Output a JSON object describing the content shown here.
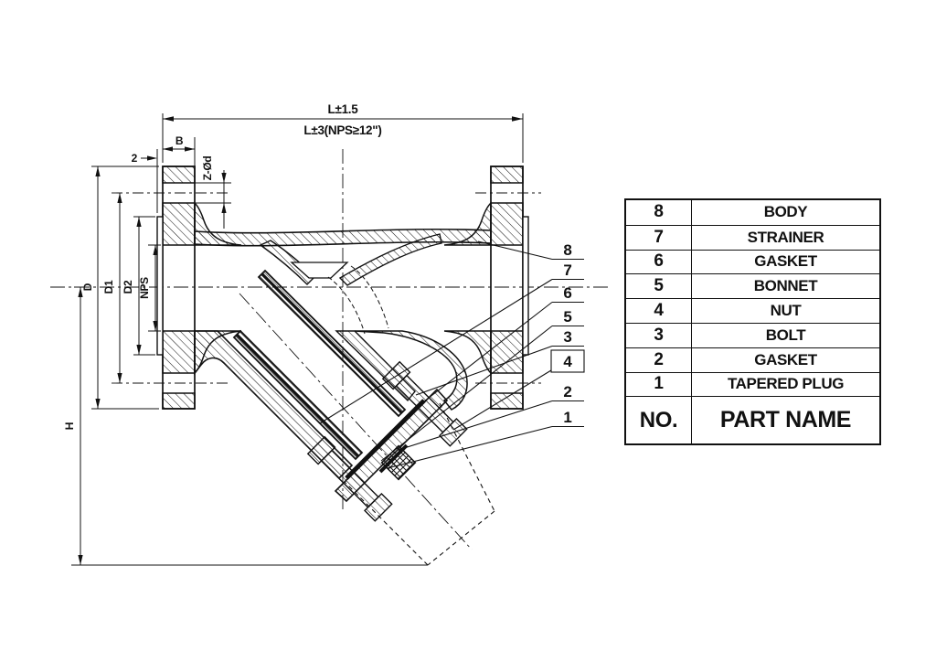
{
  "drawing": {
    "dims": {
      "length_primary": "L±1.5",
      "length_secondary": "L±3(NPS≥12\")",
      "flange_thickness": "B",
      "raised_face_height": "2",
      "bolt_holes": "Z-Ød",
      "flange_od": "D",
      "bolt_circle": "D1",
      "raised_face_od": "D2",
      "bore": "NPS",
      "height": "H"
    },
    "callouts": [
      {
        "n": "8"
      },
      {
        "n": "7"
      },
      {
        "n": "6"
      },
      {
        "n": "5"
      },
      {
        "n": "3"
      },
      {
        "n": "4"
      },
      {
        "n": "2"
      },
      {
        "n": "1"
      }
    ]
  },
  "table": {
    "header": {
      "no": "NO.",
      "name": "PART NAME"
    },
    "rows": [
      {
        "no": "8",
        "name": "BODY"
      },
      {
        "no": "7",
        "name": "STRAINER"
      },
      {
        "no": "6",
        "name": "GASKET"
      },
      {
        "no": "5",
        "name": "BONNET"
      },
      {
        "no": "4",
        "name": "NUT"
      },
      {
        "no": "3",
        "name": "BOLT"
      },
      {
        "no": "2",
        "name": "GASKET"
      },
      {
        "no": "1",
        "name": "TAPERED PLUG"
      }
    ]
  },
  "colors": {
    "ink": "#111111",
    "background": "#ffffff"
  }
}
